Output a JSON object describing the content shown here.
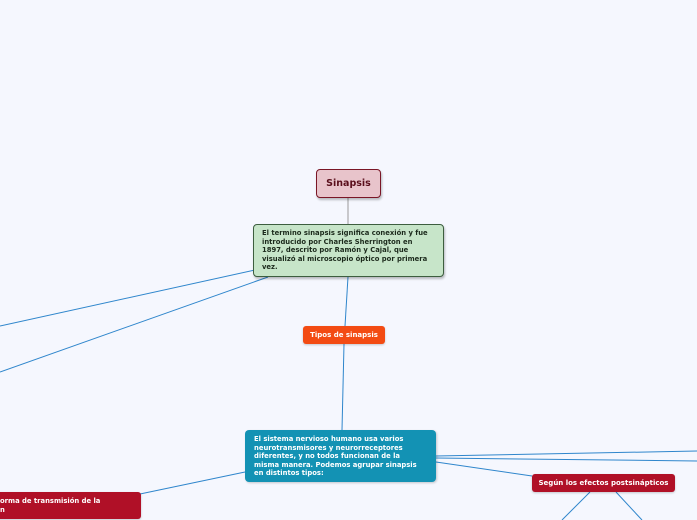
{
  "map": {
    "root": {
      "label": "Sinapsis"
    },
    "definition": {
      "text": "El termino sinapsis significa conexión y fue introducido por Charles Sherrington en 1897, descrito por Ramón y Cajal, que visualizó al microscopio óptico por primera vez."
    },
    "tipos": {
      "label": "Tipos de sinapsis"
    },
    "sistema": {
      "text": "El sistema nervioso humano usa varios neurotransmisores y neurorreceptores diferentes, y no todos funcionan de la misma manera. Podemos agrupar sinapsis en distintos tipos:"
    },
    "forma": {
      "text": "orma de transmisión de la\nn"
    },
    "efectos": {
      "label": "Según los efectos postsinápticos"
    }
  },
  "colors": {
    "connector": "#2f86cc",
    "connector_gray": "#9a9a9a",
    "root_fill": "#e8c4cb",
    "definition_fill": "#c7e5c9",
    "tipos_fill": "#f34b13",
    "sistema_fill": "#1392b4",
    "subtopic_fill": "#b01027",
    "background": "#f5f7fe"
  }
}
